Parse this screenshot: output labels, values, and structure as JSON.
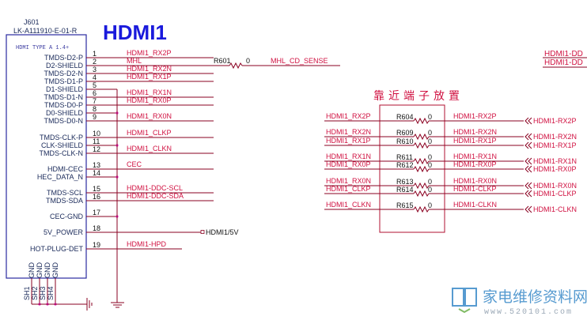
{
  "title": "HDMI1",
  "connector": {
    "ref": "J601",
    "part": "LK-A111910-E-01-R",
    "type": "HDMI TYPE A 1.4+",
    "pins": [
      {
        "num": "1",
        "name": "TMDS-D2-P",
        "net": "HDMI1_RX2P"
      },
      {
        "num": "2",
        "name": "D2-SHIELD",
        "net": "MHL"
      },
      {
        "num": "3",
        "name": "TMDS-D2-N",
        "net": "HDMI1_RX2N"
      },
      {
        "num": "4",
        "name": "TMDS-D1-P",
        "net": "HDMI1_RX1P"
      },
      {
        "num": "5",
        "name": "D1-SHIELD",
        "net": ""
      },
      {
        "num": "6",
        "name": "TMDS-D1-N",
        "net": "HDMI1_RX1N"
      },
      {
        "num": "7",
        "name": "TMDS-D0-P",
        "net": "HDMI1_RX0P"
      },
      {
        "num": "8",
        "name": "D0-SHIELD",
        "net": ""
      },
      {
        "num": "9",
        "name": "TMDS-D0-N",
        "net": "HDMI1_RX0N"
      },
      {
        "num": "10",
        "name": "TMDS-CLK-P",
        "net": "HDMI1_CLKP"
      },
      {
        "num": "11",
        "name": "CLK-SHIELD",
        "net": ""
      },
      {
        "num": "12",
        "name": "TMDS-CLK-N",
        "net": "HDMI1_CLKN"
      },
      {
        "num": "13",
        "name": "HDMI-CEC",
        "net": "CEC"
      },
      {
        "num": "14",
        "name": "HEC_DATA_N",
        "net": ""
      },
      {
        "num": "15",
        "name": "TMDS-SCL",
        "net": "HDMI1-DDC-SCL"
      },
      {
        "num": "16",
        "name": "TMDS-SDA",
        "net": "HDMI1-DDC-SDA"
      },
      {
        "num": "17",
        "name": "CEC-GND",
        "net": ""
      },
      {
        "num": "18",
        "name": "5V_POWER",
        "net": ""
      },
      {
        "num": "19",
        "name": "HOT-PLUG-DET",
        "net": "HDMI1-HPD"
      }
    ],
    "gnd_pins": [
      {
        "name": "GND",
        "sh": "SH1"
      },
      {
        "name": "GND",
        "sh": "SH2"
      },
      {
        "name": "GND",
        "sh": "SH3"
      },
      {
        "name": "GND",
        "sh": "SH4"
      }
    ],
    "power_port": "HDMI1/5V"
  },
  "mhl": {
    "resistor": "R601",
    "value": "0",
    "net": "MHL_CD_SENSE"
  },
  "top_right_labels": [
    "HDMI1-DD",
    "HDMI1-DD"
  ],
  "placement_note": "靠近端子放置",
  "series_resistors": [
    {
      "in": "HDMI1_RX2P",
      "ref": "R604",
      "value": "0",
      "out": "HDMI1-RX2P",
      "port": "HDMI1-RX2P"
    },
    {
      "in": "HDMI1_RX2N",
      "ref": "R609",
      "value": "0",
      "out": "HDMI1-RX2N",
      "port": "HDMI1-RX2N"
    },
    {
      "in": "HDMI1_RX1P",
      "ref": "R610",
      "value": "0",
      "out": "HDMI1-RX1P",
      "port": "HDMI1-RX1P"
    },
    {
      "in": "HDMI1_RX1N",
      "ref": "R611",
      "value": "0",
      "out": "HDMI1-RX1N",
      "port": "HDMI1-RX1N"
    },
    {
      "in": "HDMI1_RX0P",
      "ref": "R612",
      "value": "0",
      "out": "HDMI1-RX0P",
      "port": "HDMI1-RX0P"
    },
    {
      "in": "HDMI1_RX0N",
      "ref": "R613",
      "value": "0",
      "out": "HDMI1-RX0N",
      "port": "HDMI1-RX0N"
    },
    {
      "in": "HDMI1_CLKP",
      "ref": "R614",
      "value": "0",
      "out": "HDMI1-CLKP",
      "port": "HDMI1-CLKP"
    },
    {
      "in": "HDMI1_CLKN",
      "ref": "R615",
      "value": "0",
      "out": "HDMI1-CLKN",
      "port": "HDMI1-CLKN"
    }
  ],
  "watermark": {
    "cn": "家电维修资料网",
    "url": "www.520101.com"
  },
  "colors": {
    "net": "#d01040",
    "wire": "#8a0020",
    "box": "#2a2aa0",
    "title": "#1a1adc"
  }
}
